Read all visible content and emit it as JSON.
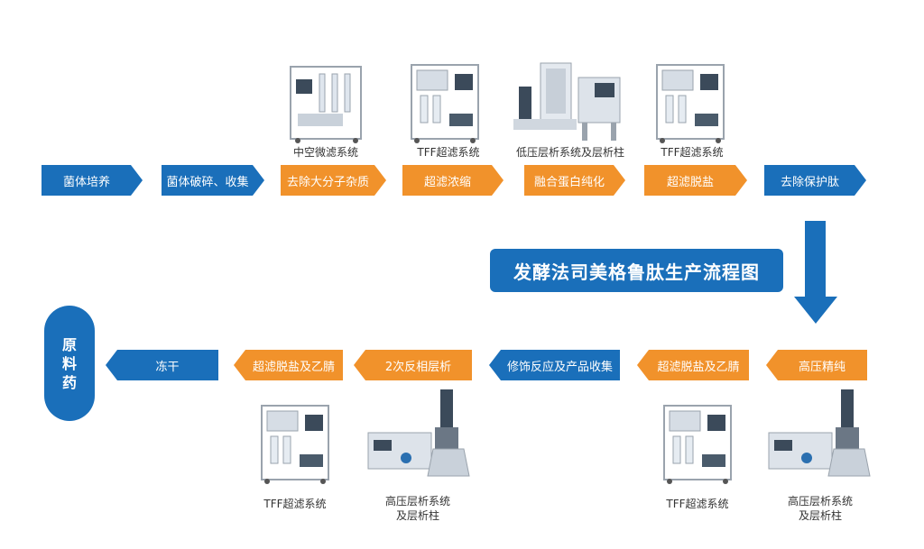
{
  "title": "发酵法司美格鲁肽生产流程图",
  "final_product": "原\n料\n药",
  "top_row": [
    {
      "label": "菌体培养",
      "color": "blue"
    },
    {
      "label": "菌体破碎、收集",
      "color": "blue"
    },
    {
      "label": "去除大分子杂质",
      "color": "orange"
    },
    {
      "label": "超滤浓缩",
      "color": "orange"
    },
    {
      "label": "融合蛋白纯化",
      "color": "orange"
    },
    {
      "label": "超滤脱盐",
      "color": "orange"
    },
    {
      "label": "去除保护肽",
      "color": "blue"
    }
  ],
  "top_equipment": [
    {
      "caption": "中空微滤系统",
      "icon": "microfiltration-skid-icon"
    },
    {
      "caption": "TFF超滤系统",
      "icon": "tff-skid-icon"
    },
    {
      "caption": "低压层析系统及层析柱",
      "icon": "chromatography-skid-icon"
    },
    {
      "caption": "TFF超滤系统",
      "icon": "tff-skid-icon"
    }
  ],
  "bottom_row": [
    {
      "label": "高压精纯",
      "color": "orange"
    },
    {
      "label": "超滤脱盐及乙腈",
      "color": "orange"
    },
    {
      "label": "修饰反应及产品收集",
      "color": "blue"
    },
    {
      "label": "2次反相层析",
      "color": "orange"
    },
    {
      "label": "超滤脱盐及乙腈",
      "color": "orange"
    },
    {
      "label": "冻干",
      "color": "blue"
    }
  ],
  "bottom_equipment": [
    {
      "caption": "TFF超滤系统",
      "icon": "tff-skid-icon"
    },
    {
      "caption": "高压层析系统\n及层析柱",
      "icon": "hplc-column-icon"
    },
    {
      "caption": "TFF超滤系统",
      "icon": "tff-skid-icon"
    },
    {
      "caption": "高压层析系统\n及层析柱",
      "icon": "hplc-column-icon"
    }
  ],
  "colors": {
    "blue": "#1a6fba",
    "orange": "#f1922b"
  }
}
